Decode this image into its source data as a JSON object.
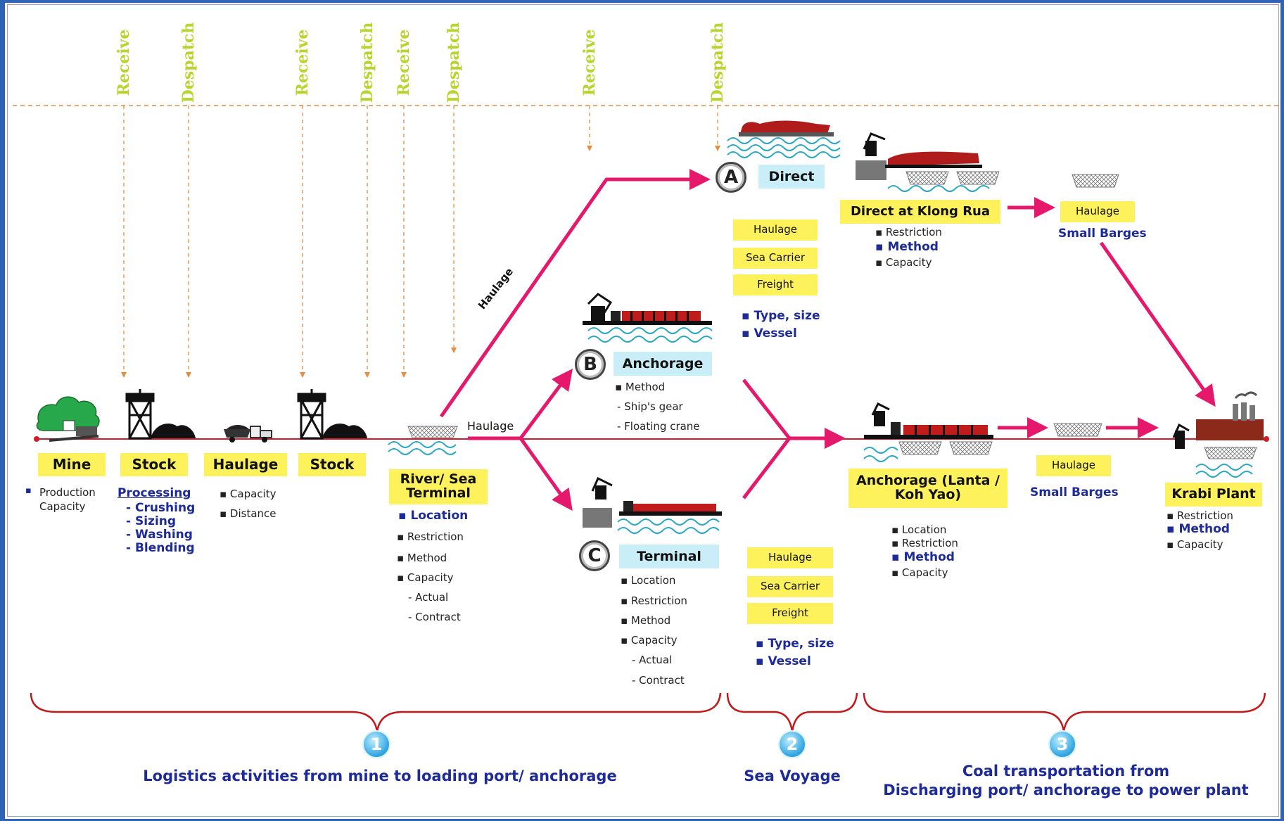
{
  "phase_labels": {
    "receive": "Receive",
    "despatch": "Despatch"
  },
  "nodes": {
    "mine": "Mine",
    "stock1": "Stock",
    "haulage1": "Haulage",
    "stock2": "Stock",
    "river_sea_terminal": "River/ Sea Terminal",
    "direct": "Direct",
    "anchorage": "Anchorage",
    "terminal": "Terminal",
    "direct_klong_rua": "Direct at Klong Rua",
    "anchorage_lanta": "Anchorage (Lanta / Koh Yao)",
    "krabi_plant": "Krabi Plant"
  },
  "circle_letters": {
    "a": "A",
    "b": "B",
    "c": "C"
  },
  "route_labels": {
    "haulage_diag": "Haulage",
    "haulage_line": "Haulage"
  },
  "mine_notes": {
    "bullet": "▪",
    "line1": "Production",
    "line2": "Capacity"
  },
  "stock_notes": {
    "processing": "Processing",
    "items": [
      "- Crushing",
      "- Sizing",
      "- Washing",
      "- Blending"
    ]
  },
  "haulage_notes": [
    "▪ Capacity",
    "▪ Distance"
  ],
  "terminal1_notes": [
    "▪ Location",
    "▪ Restriction",
    "▪ Method",
    "▪ Capacity",
    "- Actual",
    "- Contract"
  ],
  "anchorage_b_notes": [
    "▪ Method",
    "- Ship's gear",
    "- Floating crane"
  ],
  "terminal_c_notes": [
    "▪ Location",
    "▪ Restriction",
    "▪ Method",
    "▪ Capacity",
    "- Actual",
    "- Contract"
  ],
  "voyage_top": {
    "boxes": [
      "Haulage",
      "Sea Carrier",
      "Freight"
    ],
    "notes": [
      "▪ Type, size",
      "▪ Vessel"
    ]
  },
  "voyage_bottom": {
    "boxes": [
      "Haulage",
      "Sea Carrier",
      "Freight"
    ],
    "notes": [
      "▪ Type, size",
      "▪ Vessel"
    ]
  },
  "klong_rua_notes": [
    "▪ Restriction",
    "▪ Method",
    "▪ Capacity"
  ],
  "small_barges_top": {
    "box": "Haulage",
    "label": "Small Barges"
  },
  "small_barges_bottom": {
    "box": "Haulage",
    "label": "Small Barges"
  },
  "lanta_notes": [
    "▪ Location",
    "▪ Restriction",
    "▪ Method",
    "▪ Capacity"
  ],
  "krabi_notes": [
    "▪ Restriction",
    "▪ Method",
    "▪ Capacity"
  ],
  "sections": [
    {
      "num": "1",
      "label": "Logistics activities from mine to loading port/ anchorage"
    },
    {
      "num": "2",
      "label": "Sea Voyage"
    },
    {
      "num": "3",
      "label_line1": "Coal transportation from",
      "label_line2": "Discharging port/ anchorage to power plant"
    }
  ],
  "colors": {
    "arrow": "#e6186b",
    "mainline": "#d21b2a",
    "dash": "#e98a3c",
    "brace": "#c21a1a",
    "label_yellow": "#fdf25b",
    "label_cyan": "#c9eef7",
    "text_blue": "#1d2b9a",
    "phase_green": "#b7d52c"
  }
}
